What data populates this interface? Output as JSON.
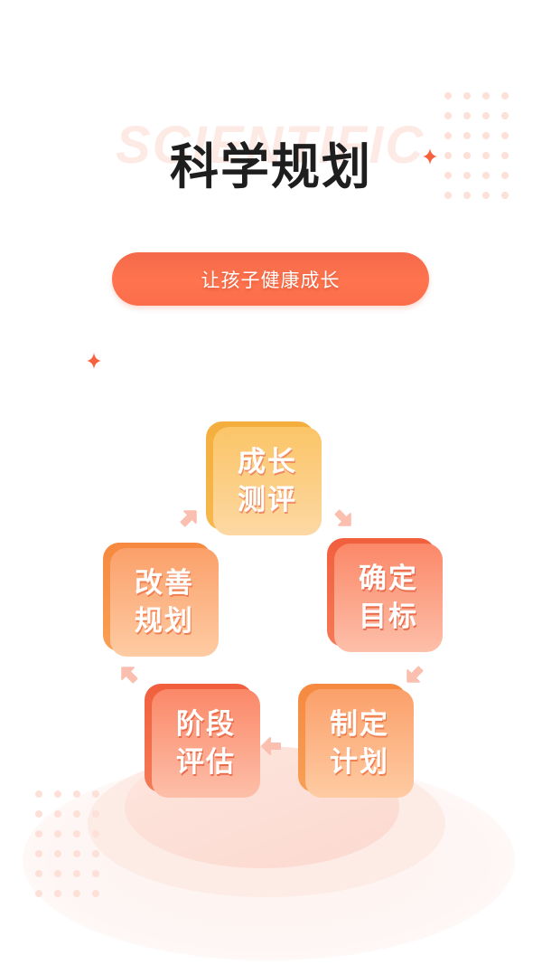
{
  "header": {
    "watermark": "SCIENTIFIC",
    "title": "科学规划"
  },
  "pill": {
    "label": "让孩子健康成长"
  },
  "cycle": {
    "steps": [
      {
        "line1": "成长",
        "line2": "测评"
      },
      {
        "line1": "确定",
        "line2": "目标"
      },
      {
        "line1": "制定",
        "line2": "计划"
      },
      {
        "line1": "阶段",
        "line2": "评估"
      },
      {
        "line1": "改善",
        "line2": "规划"
      }
    ]
  },
  "colors": {
    "accent": "#fb6d4b",
    "title": "#1e1e1e",
    "dots": "#fde0d8",
    "arrow": "#fbbfb0"
  },
  "icons": {
    "sparkle": "four-point-star",
    "arrow": "thick-arrow"
  }
}
